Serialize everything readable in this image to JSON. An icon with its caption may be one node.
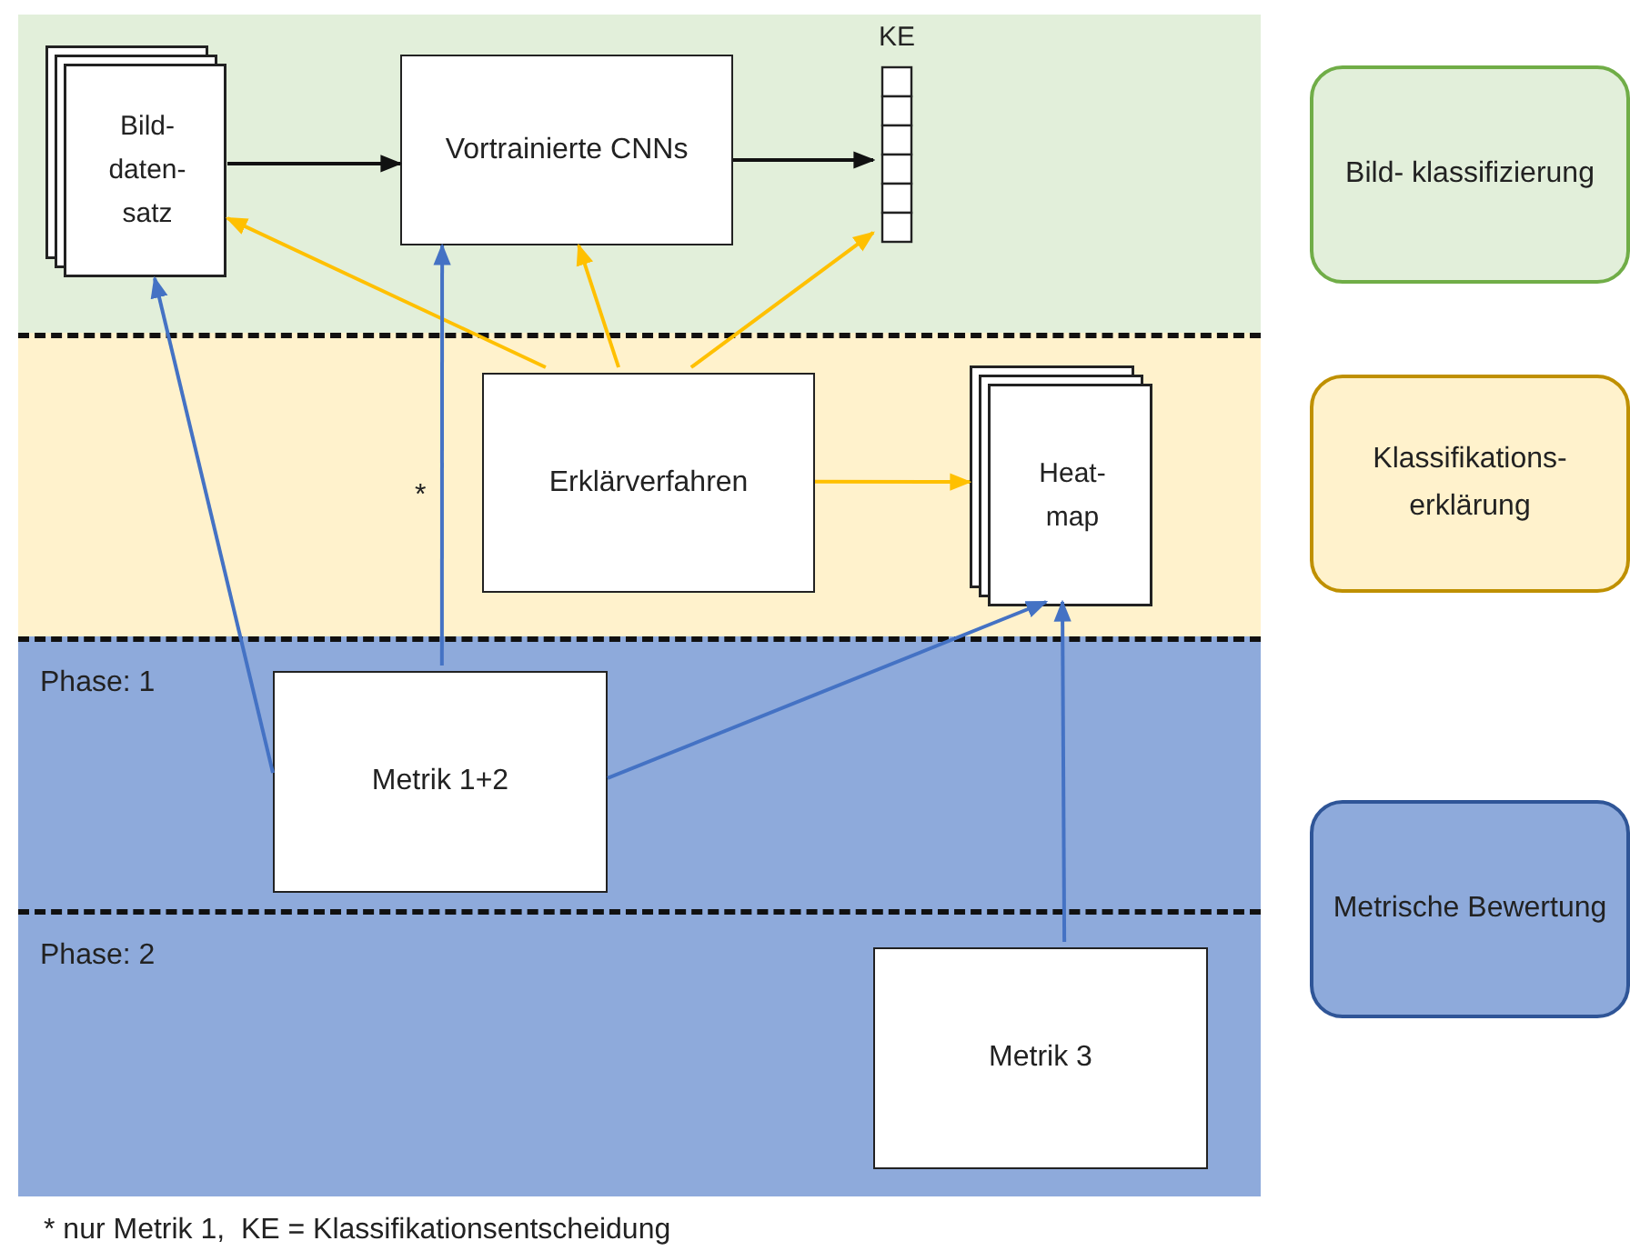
{
  "diagram": {
    "nodes": [
      {
        "text": [],
        "shape": "band"
      },
      {
        "text": [
          "Bild- daten- satz"
        ],
        "in": 0
      },
      {
        "text": [
          "Vortrainierte CNNs"
        ],
        "in": 0
      },
      {
        "text": [
          "KE"
        ],
        "in": 0
      },
      {
        "text": [],
        "shape": "band"
      },
      {
        "text": [
          "Erklärverfahren"
        ],
        "in": 4
      },
      {
        "text": [
          "Heat- map"
        ],
        "in": 4
      },
      {
        "text": [
          "Phase: 1"
        ]
      },
      {
        "text": [
          "Metrik 1+2"
        ],
        "in": 7
      },
      {
        "text": [
          "Phase: 2"
        ]
      },
      {
        "text": [
          "Metrik 3"
        ],
        "in": 9
      },
      {
        "text": [
          "Bild- klassifizierung"
        ]
      },
      {
        "text": [
          "Klassifikations- erklärung"
        ]
      },
      {
        "text": [
          "Metrische Bewertung"
        ]
      }
    ],
    "edges": [
      {
        "from": 1,
        "to": 2,
        "arrow": "to",
        "color": "#111111"
      },
      {
        "from": 2,
        "to": 3,
        "arrow": "to",
        "color": "#111111"
      },
      {
        "from": 5,
        "to": 1,
        "arrow": "to",
        "color": "#ffc000"
      },
      {
        "from": 5,
        "to": 2,
        "arrow": "to",
        "color": "#ffc000"
      },
      {
        "from": 5,
        "to": 3,
        "arrow": "to",
        "color": "#ffc000"
      },
      {
        "from": 5,
        "to": 6,
        "arrow": "to",
        "color": "#ffc000"
      },
      {
        "from": 8,
        "to": 1,
        "arrow": "to",
        "color": "#4472c4"
      },
      {
        "from": 8,
        "to": 2,
        "arrow": "to",
        "label": "*",
        "color": "#4472c4"
      },
      {
        "from": 8,
        "to": 6,
        "arrow": "to",
        "color": "#4472c4"
      },
      {
        "from": 10,
        "to": 6,
        "arrow": "to",
        "color": "#4472c4"
      }
    ],
    "labels": [
      "* nur Metrik 1,  KE = Klassifikationsentscheidung"
    ]
  }
}
